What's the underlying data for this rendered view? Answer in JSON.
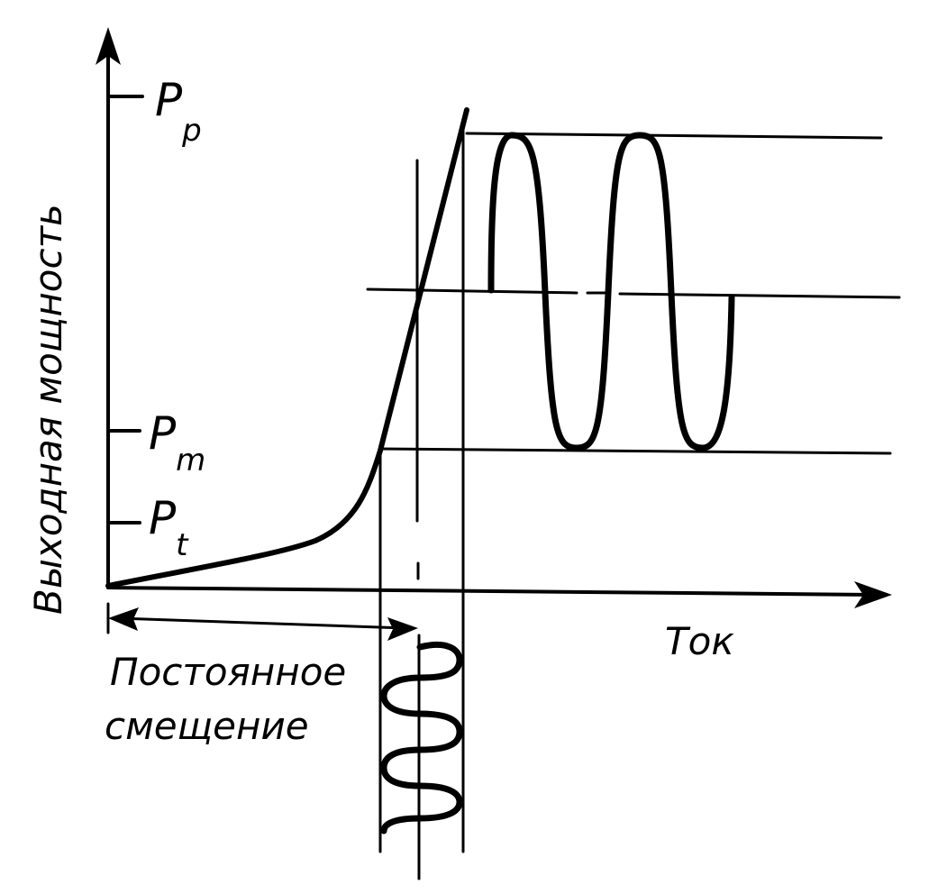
{
  "y_axis_label": "Выходная мощность",
  "x_axis_label": "Ток",
  "levels": [
    {
      "symbol": "P",
      "subscript": "p"
    },
    {
      "symbol": "P",
      "subscript": "m"
    },
    {
      "symbol": "P",
      "subscript": "t"
    }
  ],
  "bias_label_line1": "Постоянное",
  "bias_label_line2": "смещение"
}
